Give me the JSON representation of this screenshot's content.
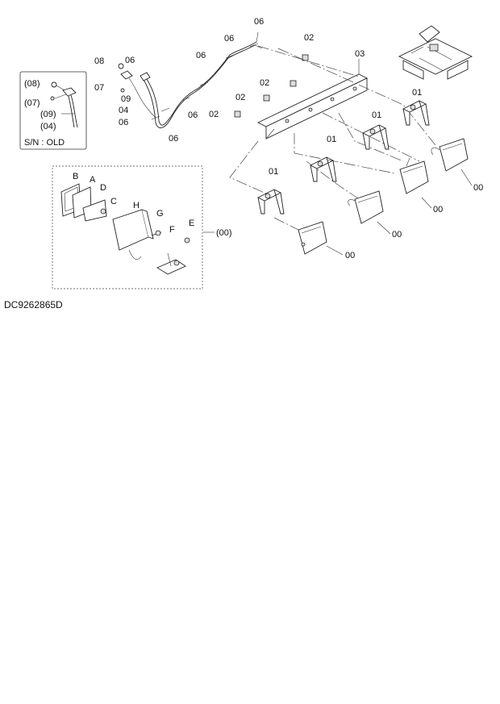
{
  "diagram_code": "DC9262865D",
  "serial_note": "S/N : OLD",
  "labels": {
    "l00a": "00",
    "l00b": "00",
    "l00c": "00",
    "l00d": "00",
    "l00_kit": "(00)",
    "l01a": "01",
    "l01b": "01",
    "l01c": "01",
    "l01d": "01",
    "l02a": "02",
    "l02b": "02",
    "l02c": "02",
    "l02d": "02",
    "l03": "03",
    "l04": "04",
    "l06a": "06",
    "l06b": "06",
    "l06c": "06",
    "l06d": "06",
    "l06e": "06",
    "l06f": "06",
    "l07": "07",
    "l08": "08",
    "l09": "09",
    "old08": "(08)",
    "old07": "(07)",
    "old09": "(09)",
    "old04": "(04)",
    "kA": "A",
    "kB": "B",
    "kC": "C",
    "kD": "D",
    "kE": "E",
    "kF": "F",
    "kG": "G",
    "kH": "H"
  }
}
